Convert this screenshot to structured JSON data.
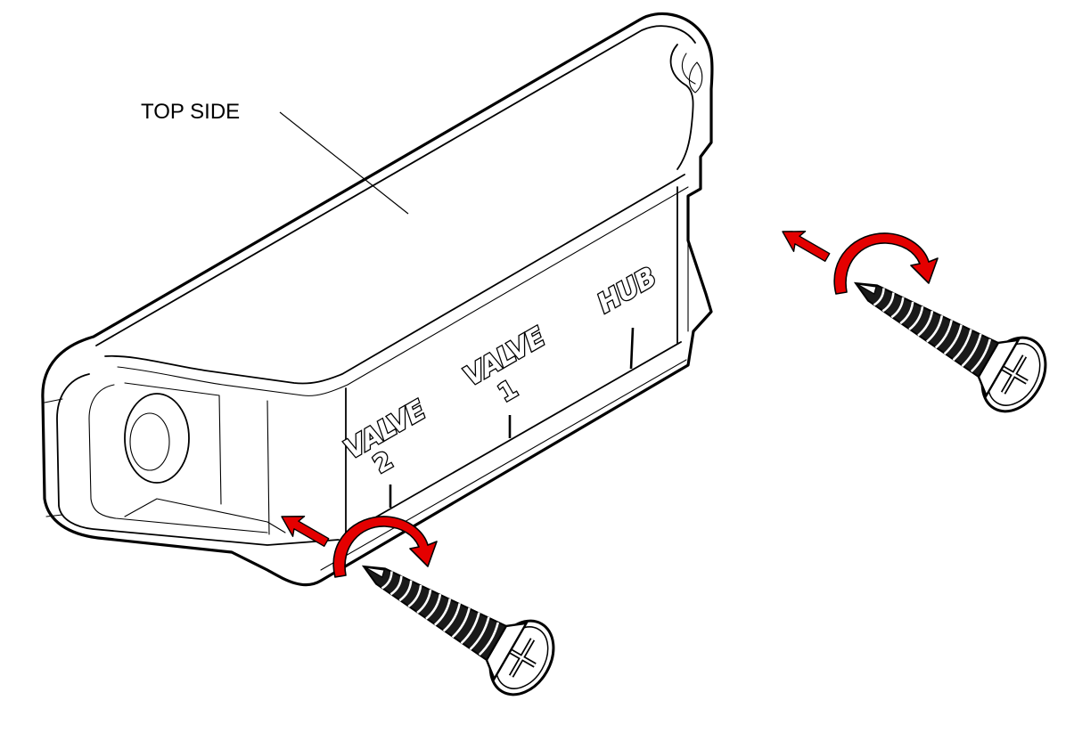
{
  "callout": {
    "top_side": "TOP SIDE"
  },
  "labels": {
    "valve_2_word": "VALVE",
    "valve_2_num": "2",
    "valve_1_word": "VALVE",
    "valve_1_num": "1",
    "hub": "HUB"
  },
  "icons": {
    "push_arrow": "push-direction-arrow",
    "rotate_arrow": "clockwise-rotation-arrow",
    "screw": "phillips-pan-head-screw"
  },
  "colors": {
    "arrow_red": "#e40000",
    "line": "#000000",
    "background": "#ffffff"
  }
}
